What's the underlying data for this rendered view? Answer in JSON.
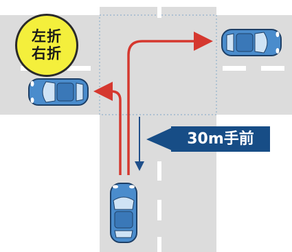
{
  "badge": {
    "line1": "左折",
    "line2": "右折"
  },
  "distance_label": "30m手前",
  "colors": {
    "road": "#dcdcdc",
    "lane_marking": "#ffffff",
    "intersection_outline": "#8fb0cc",
    "turn_arrow": "#d5382f",
    "distance_arrow": "#1f4f8a",
    "car_body": "#4a8ccc",
    "badge_fill": "#f4ef3c",
    "label_fill": "#174d86"
  },
  "icons": [
    "car-icon-left",
    "car-icon-right",
    "car-icon-ego",
    "left-turn-arrow",
    "right-turn-arrow",
    "distance-arrow"
  ]
}
